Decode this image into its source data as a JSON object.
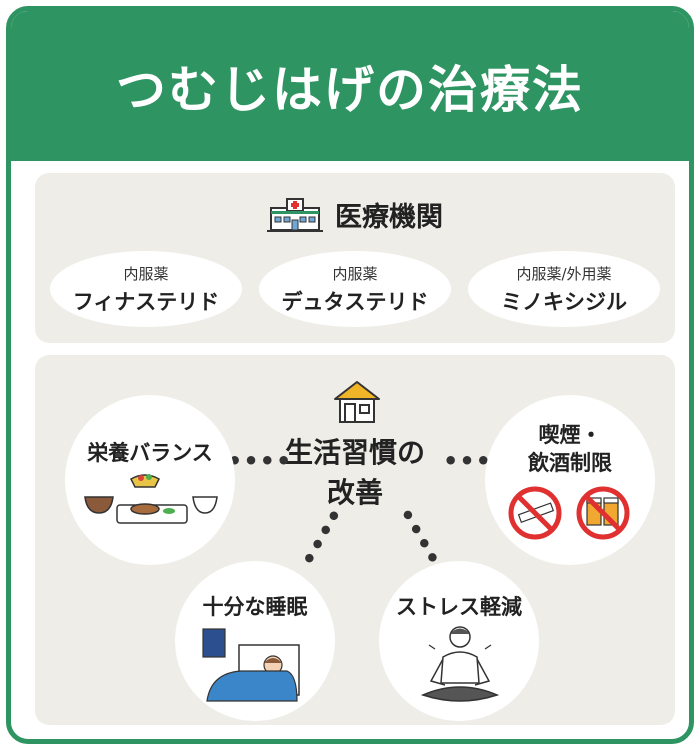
{
  "title": "つむじはげの治療法",
  "medical": {
    "heading": "医療機関",
    "icon": "hospital-icon",
    "treatments": [
      {
        "type": "内服薬",
        "name": "フィナステリド"
      },
      {
        "type": "内服薬",
        "name": "デュタステリド"
      },
      {
        "type": "内服薬/外用薬",
        "name": "ミノキシジル"
      }
    ]
  },
  "lifestyle": {
    "heading_line1": "生活習慣の",
    "heading_line2": "改善",
    "icon": "house-icon",
    "items": [
      {
        "label": "栄養バランス",
        "icon": "meal-icon"
      },
      {
        "label_line1": "喫煙・",
        "label_line2": "飲酒制限",
        "icon": "no-smoking-no-drinking-icon"
      },
      {
        "label": "十分な睡眠",
        "icon": "sleeping-person-icon"
      },
      {
        "label": "ストレス軽減",
        "icon": "meditation-icon"
      }
    ]
  },
  "colors": {
    "primary": "#2e9462",
    "panel": "#eeede8",
    "prohibit": "#e03030",
    "blanket": "#3a86c8"
  }
}
